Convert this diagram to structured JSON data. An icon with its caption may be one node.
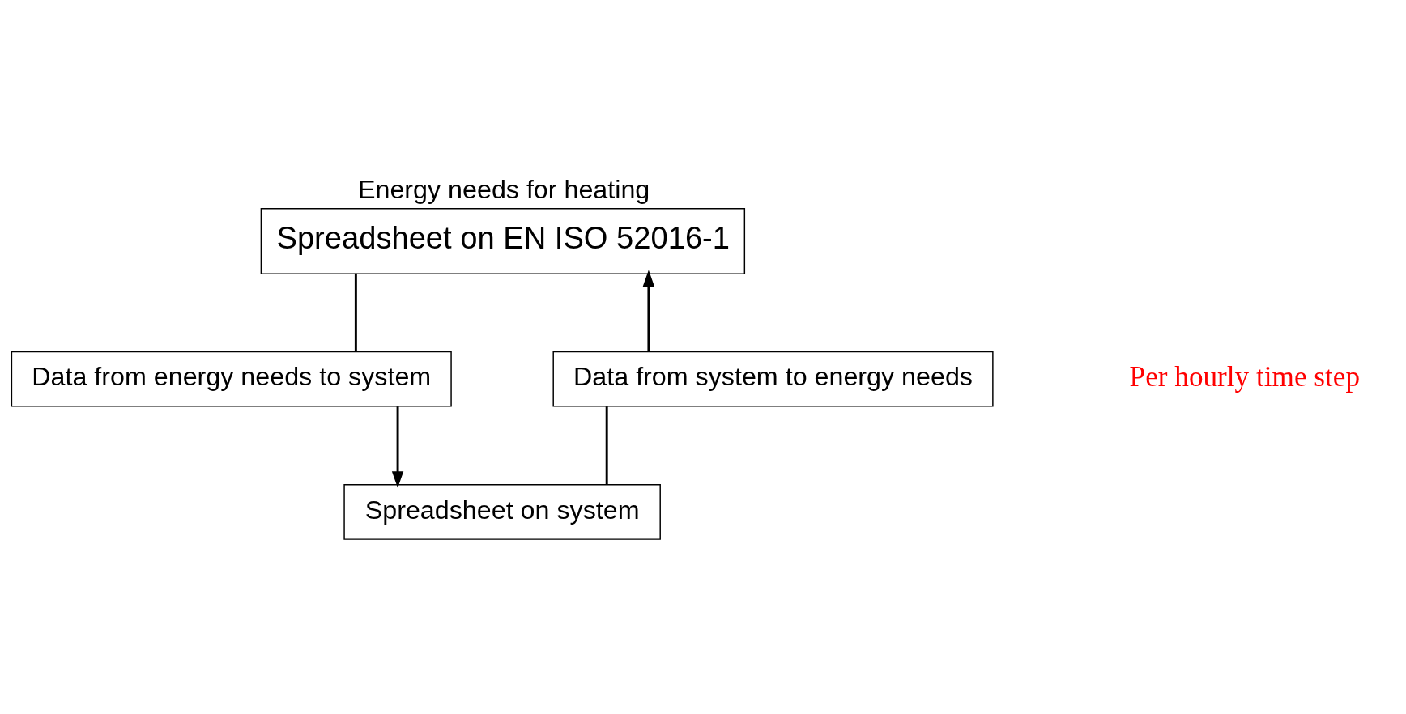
{
  "diagram": {
    "nodes": [
      {
        "text": [
          "Energy needs for heating",
          "Spreadsheet on EN ISO 52016-1"
        ]
      },
      {
        "text": [
          "Data from energy needs to system"
        ]
      },
      {
        "text": [
          "Spreadsheet on system"
        ]
      },
      {
        "text": [
          "Data from system to energy needs"
        ]
      }
    ],
    "edges": [
      {
        "from": 0,
        "to": 1,
        "arrow": "none"
      },
      {
        "from": 1,
        "to": 2,
        "arrow": "to"
      },
      {
        "from": 2,
        "to": 3,
        "arrow": "none"
      },
      {
        "from": 3,
        "to": 0,
        "arrow": "to"
      }
    ],
    "labels": [
      "Per hourly time step"
    ]
  }
}
